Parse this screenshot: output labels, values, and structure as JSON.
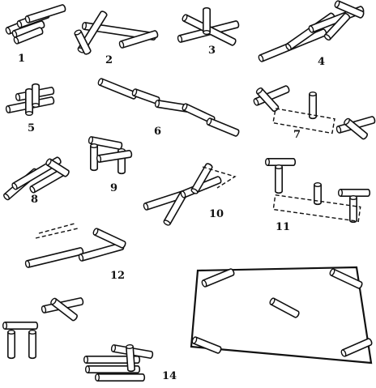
{
  "figure_labels": {
    "l1": "1",
    "l2": "2",
    "l3": "3",
    "l4": "4",
    "l5": "5",
    "l6": "6",
    "l7": "7",
    "l8": "8",
    "l9": "9",
    "l10": "10",
    "l11": "11",
    "l12": "12",
    "l13": "",
    "l14": "14"
  },
  "colors": {
    "ink": "#111111",
    "paper": "#ffffff"
  }
}
